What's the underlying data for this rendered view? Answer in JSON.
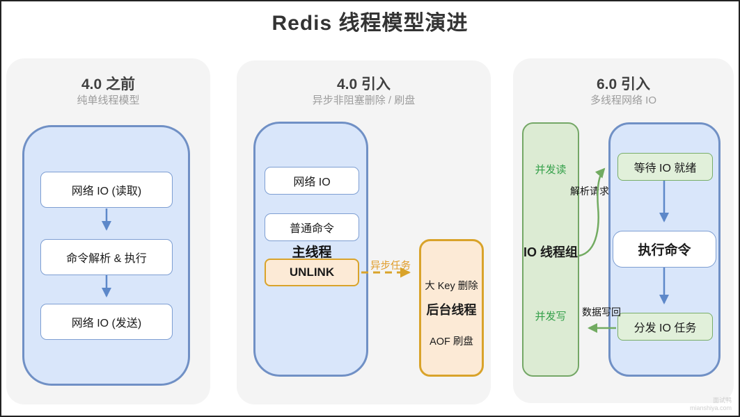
{
  "page_title": "Redis 线程模型演进",
  "panels": [
    {
      "title": "4.0 之前",
      "subtitle": "纯单线程模型",
      "flow_boxes": [
        "网络 IO (读取)",
        "命令解析 & 执行",
        "网络 IO (发送)"
      ]
    },
    {
      "title": "4.0 引入",
      "subtitle": "异步非阻塞删除 / 刷盘",
      "main_thread_boxes": [
        "网络 IO",
        "普通命令"
      ],
      "main_thread_label": "主线程",
      "unlink_label": "UNLINK",
      "async_arrow_label": "异步任务",
      "background_thread": {
        "task_top": "大 Key 删除",
        "label": "后台线程",
        "task_bottom": "AOF 刷盘"
      }
    },
    {
      "title": "6.0 引入",
      "subtitle": "多线程网络 IO",
      "io_thread_group": {
        "concurrent_read": "并发读",
        "label": "IO 线程组",
        "concurrent_write": "并发写"
      },
      "flow_boxes": [
        "等待 IO 就绪",
        "执行命令",
        "分发 IO 任务"
      ],
      "parse_request_label": "解析请求",
      "data_writeback_label": "数据写回"
    }
  ],
  "watermark": {
    "brand": "面试鸭",
    "site": "mianshiya.com"
  },
  "colors": {
    "panel_bg": "#f4f4f4",
    "blue_fill": "#d9e6fa",
    "blue_border": "#7090c5",
    "blue_arrow": "#5d88c9",
    "white_box_border": "#7d9ed2",
    "orange_fill": "#fcead6",
    "orange_border": "#d9a32a",
    "orange_label": "#e09c2a",
    "green_fill_big": "#dcebd3",
    "green_fill_box": "#e1f0da",
    "green_border": "#74a766",
    "green_arrow": "#72ab61",
    "green_text": "#35a04a"
  }
}
